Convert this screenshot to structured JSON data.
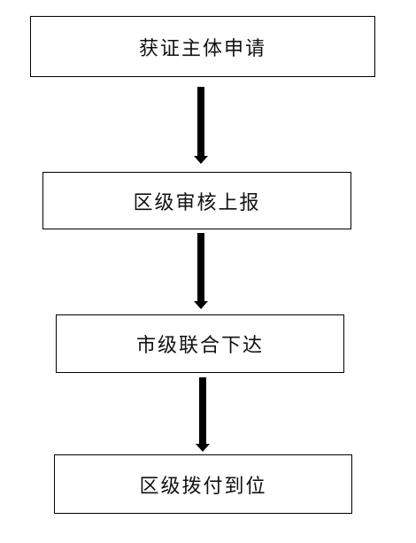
{
  "flowchart": {
    "steps": [
      {
        "label": "获证主体申请"
      },
      {
        "label": "区级审核上报"
      },
      {
        "label": "市级联合下达"
      },
      {
        "label": "区级拨付到位"
      }
    ]
  }
}
